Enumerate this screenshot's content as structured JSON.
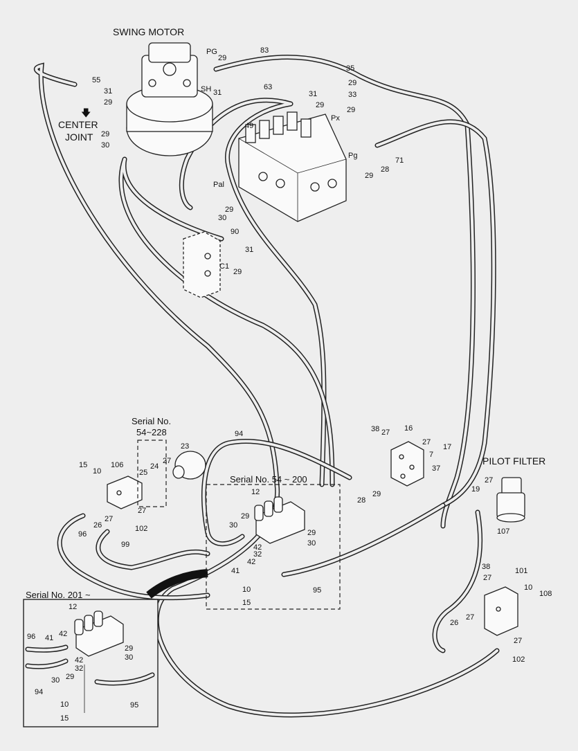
{
  "titles": {
    "swing_motor": "SWING MOTOR",
    "center_joint_1": "CENTER",
    "center_joint_2": "JOINT",
    "pilot_filter": "PILOT FILTER",
    "serial_54_228_1": "Serial No.",
    "serial_54_228_2": "54~228",
    "serial_54_200": "Serial No. 54 ~ 200",
    "serial_201": "Serial No. 201 ~"
  },
  "ports": {
    "pg_motor": "PG",
    "sh": "SH",
    "px": "Px",
    "pg_valve": "Pg",
    "pal": "Pal",
    "c1": "C1"
  },
  "arrow_glyph": "🡇",
  "labels": {
    "l83": "83",
    "l55": "55",
    "l31a": "31",
    "l29a": "29",
    "l29b": "29",
    "l31b": "31",
    "l35": "35",
    "l29c": "29",
    "l33": "33",
    "l29d": "29",
    "l63": "63",
    "l31c": "31",
    "l29e": "29",
    "l49": "49",
    "l29f": "29",
    "l30a": "30",
    "l28a": "28",
    "l71": "71",
    "l29g": "29",
    "l29h": "29",
    "l30b": "30",
    "l90": "90",
    "l31d": "31",
    "l29i": "29",
    "l94a": "94",
    "l38a": "38",
    "l27a": "27",
    "l16": "16",
    "l17": "17",
    "l27b": "27",
    "l7": "7",
    "l37": "37",
    "l23": "23",
    "l15a": "15",
    "l10a": "10",
    "l106": "106",
    "l25": "25",
    "l24": "24",
    "l27c": "27",
    "l27d": "27",
    "l96a": "96",
    "l26a": "26",
    "l27e": "27",
    "l102a": "102",
    "l99": "99",
    "l12a": "12",
    "l29j": "29",
    "l30c": "30",
    "l28b": "28",
    "l29k": "29",
    "l29l": "29",
    "l30d": "30",
    "l42a": "42",
    "l32a": "32",
    "l42b": "42",
    "l41a": "41",
    "l95a": "95",
    "l10b": "10",
    "l15b": "15",
    "l27f": "27",
    "l19": "19",
    "l107": "107",
    "l38b": "38",
    "l27g": "27",
    "l101": "101",
    "l10c": "10",
    "l108": "108",
    "l26b": "26",
    "l27h": "27",
    "l27i": "27",
    "l102b": "102",
    "l12b": "12",
    "l96b": "96",
    "l41b": "41",
    "l42c": "42",
    "l29m": "29",
    "l30e": "30",
    "l29n": "29",
    "l42d": "42",
    "l32b": "32",
    "l30f": "30",
    "l94b": "94",
    "l95b": "95",
    "l10d": "10",
    "l15c": "15"
  }
}
